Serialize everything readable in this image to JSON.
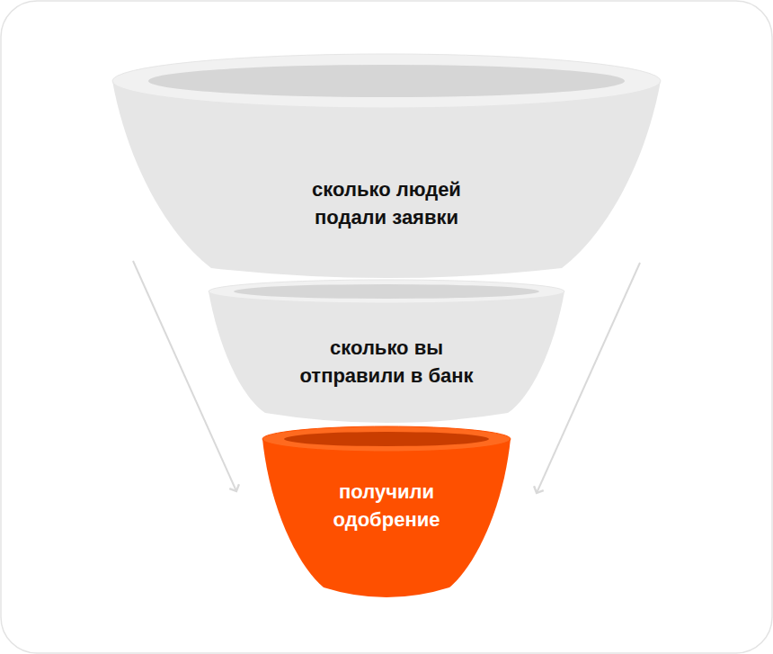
{
  "diagram": {
    "nodes": [
      {
        "text": [
          "сколько людей подали заявки"
        ]
      },
      {
        "text": [
          "сколько вы отправили в банк"
        ]
      },
      {
        "text": [
          "получили одобрение"
        ]
      }
    ]
  }
}
